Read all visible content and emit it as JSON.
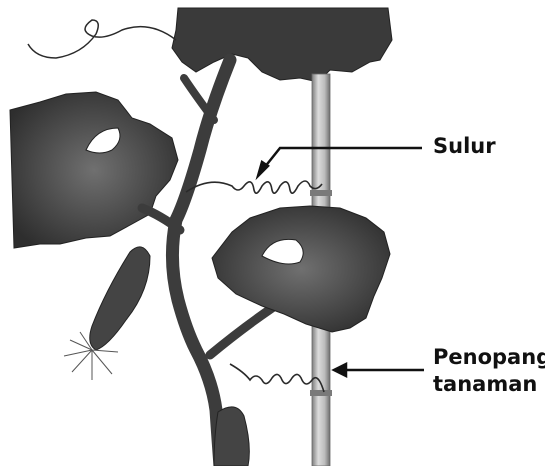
{
  "labels": {
    "tendril": "Sulur",
    "support_line1": "Penopang",
    "support_line2": "tanaman"
  },
  "colors": {
    "leaf": "#3d3d3d",
    "leaf_highlight": "#6a6a6a",
    "stem": "#404040",
    "pole": "#c9c9c9",
    "pole_shadow": "#8f8f8f",
    "tendril": "#2a2a2a",
    "arrow": "#111111",
    "background": "#ffffff"
  }
}
